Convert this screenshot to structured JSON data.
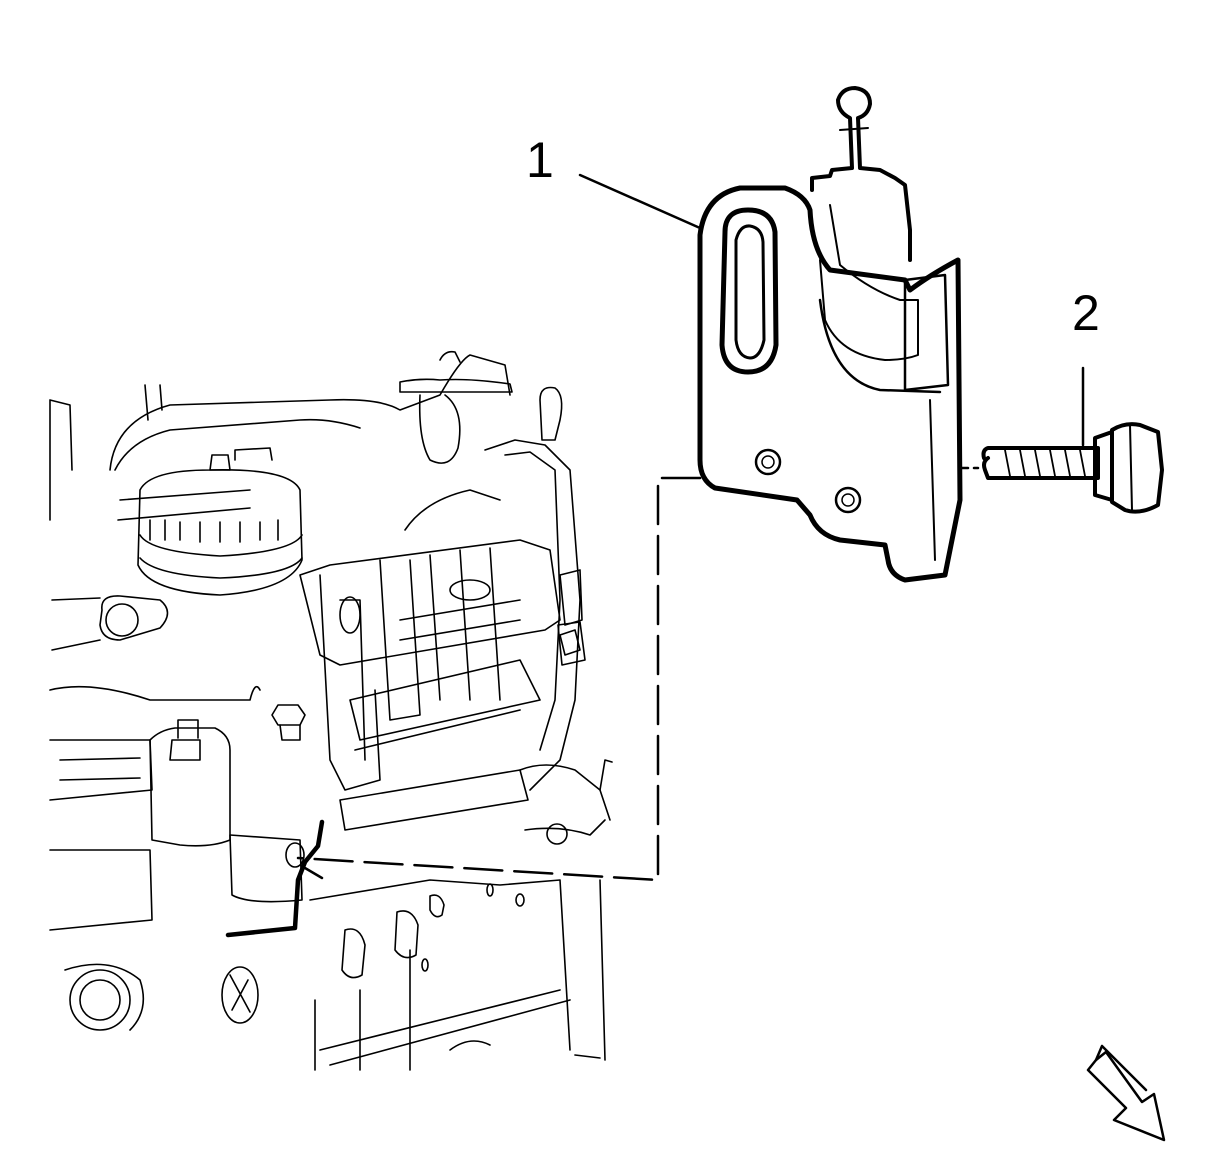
{
  "callouts": [
    {
      "id": "1",
      "text": "1"
    },
    {
      "id": "2",
      "text": "2"
    }
  ],
  "colors": {
    "line": "#000000",
    "background": "#ffffff"
  },
  "icons": {
    "orientation": "view-direction-arrow-icon"
  }
}
